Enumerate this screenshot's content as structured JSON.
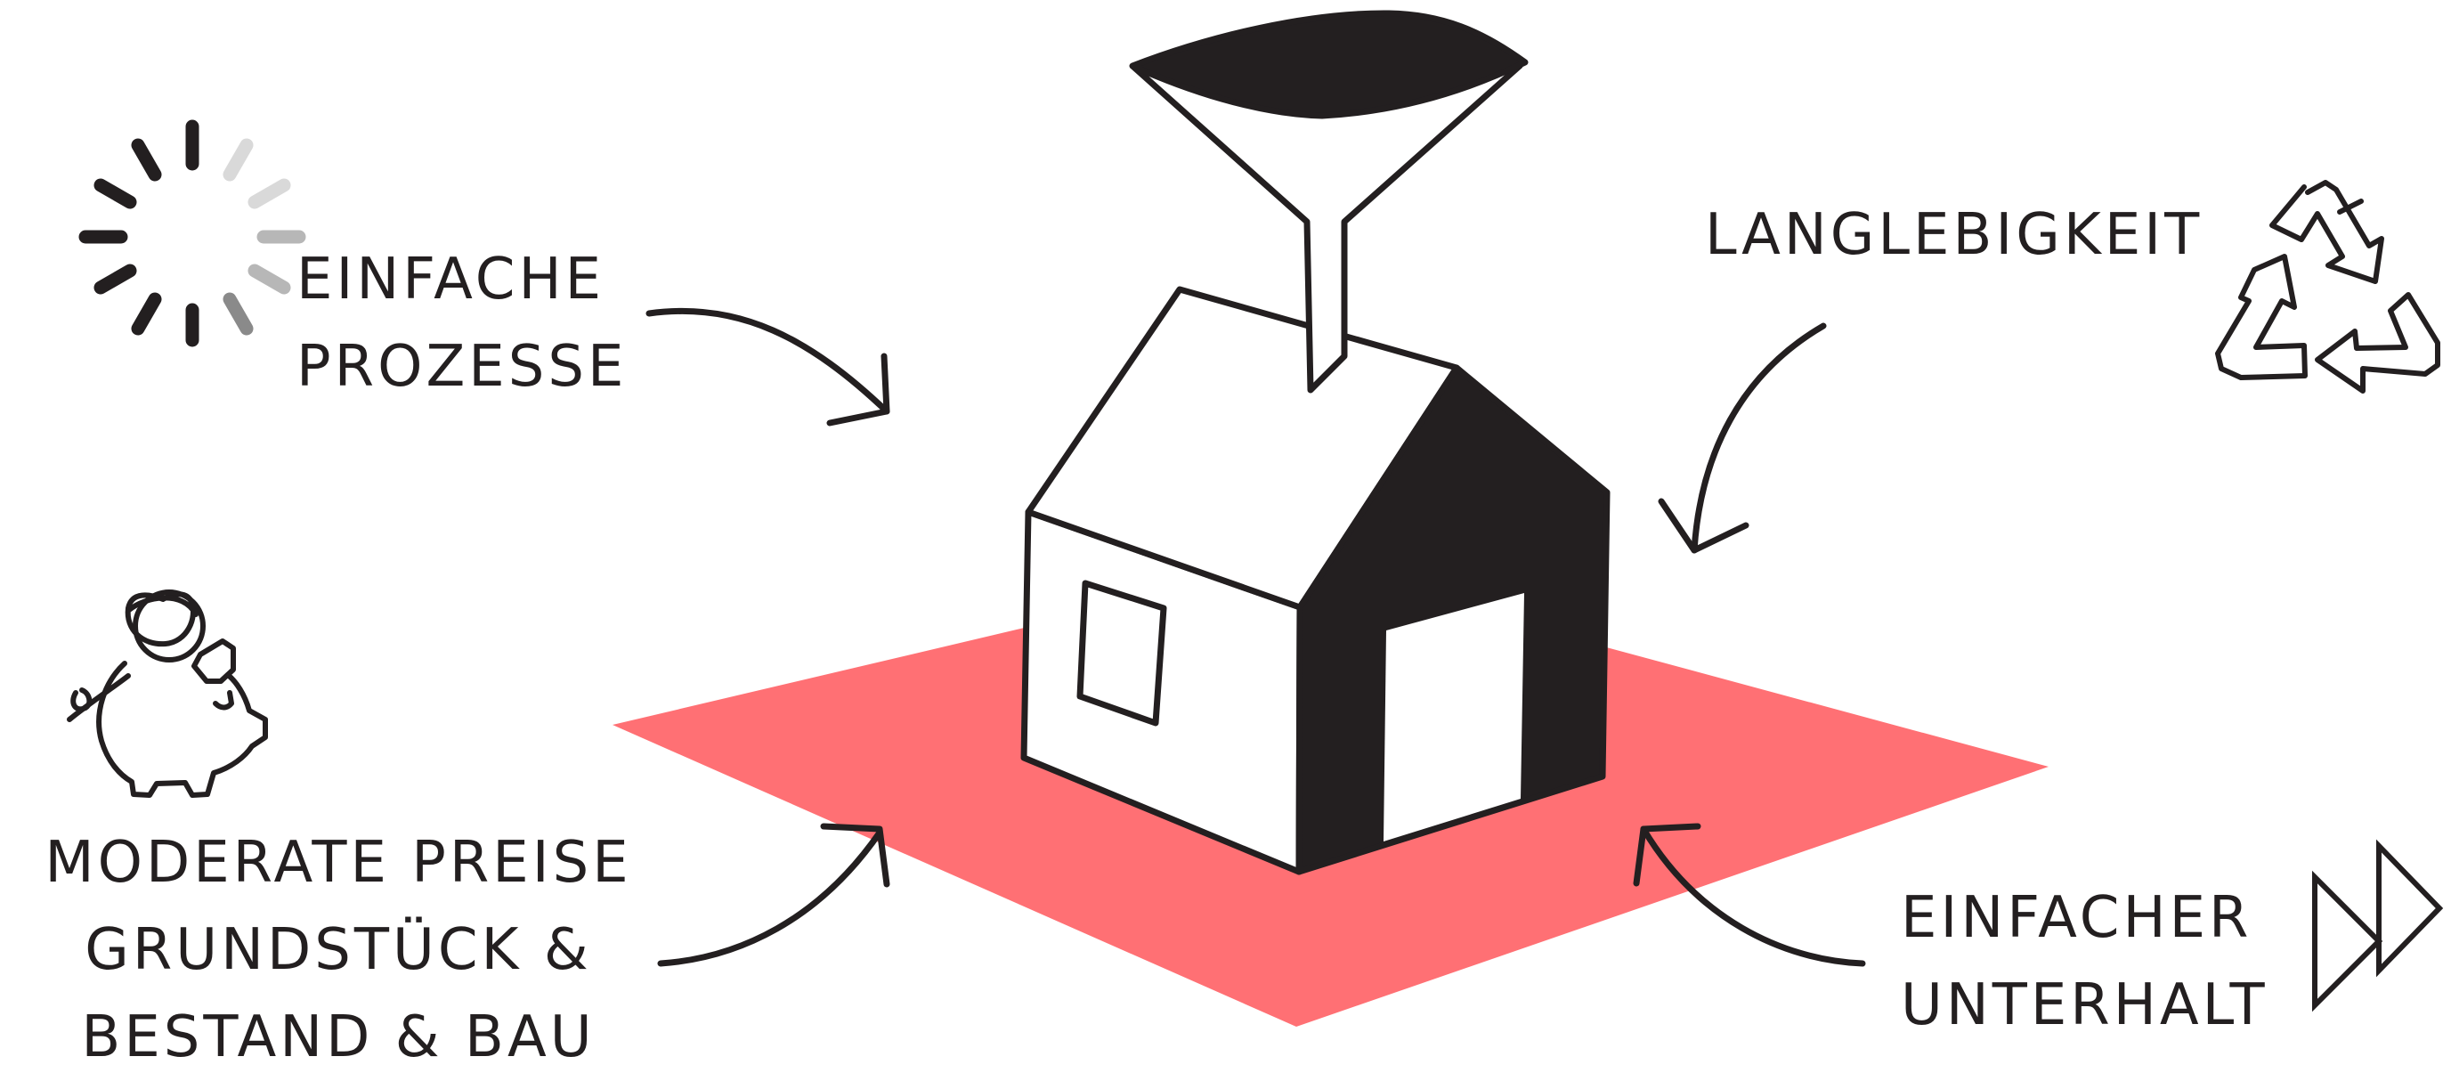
{
  "colors": {
    "ink": "#231f20",
    "floor": "#ff7074",
    "spinner_light": "#d9d9d9",
    "spinner_mid": "#b7b7b7",
    "spinner_dark": "#8a8a8a"
  },
  "labels": {
    "einfache_prozesse": [
      "EINFACHE",
      "PROZESSE"
    ],
    "langlebigkeit": [
      "LANGLEBIGKEIT"
    ],
    "moderate_preise": [
      "MODERATE PREISE",
      "GRUNDSTÜCK &",
      "BESTAND & BAU"
    ],
    "einfacher_unterhalt": [
      "EINFACHER",
      "UNTERHALT"
    ]
  },
  "icons": {
    "processes": "loading-spinner-icon",
    "longevity": "recycle-icon",
    "prices": "piggy-bank-icon",
    "maintenance": "fast-forward-icon",
    "center": "house-with-funnel-icon"
  }
}
